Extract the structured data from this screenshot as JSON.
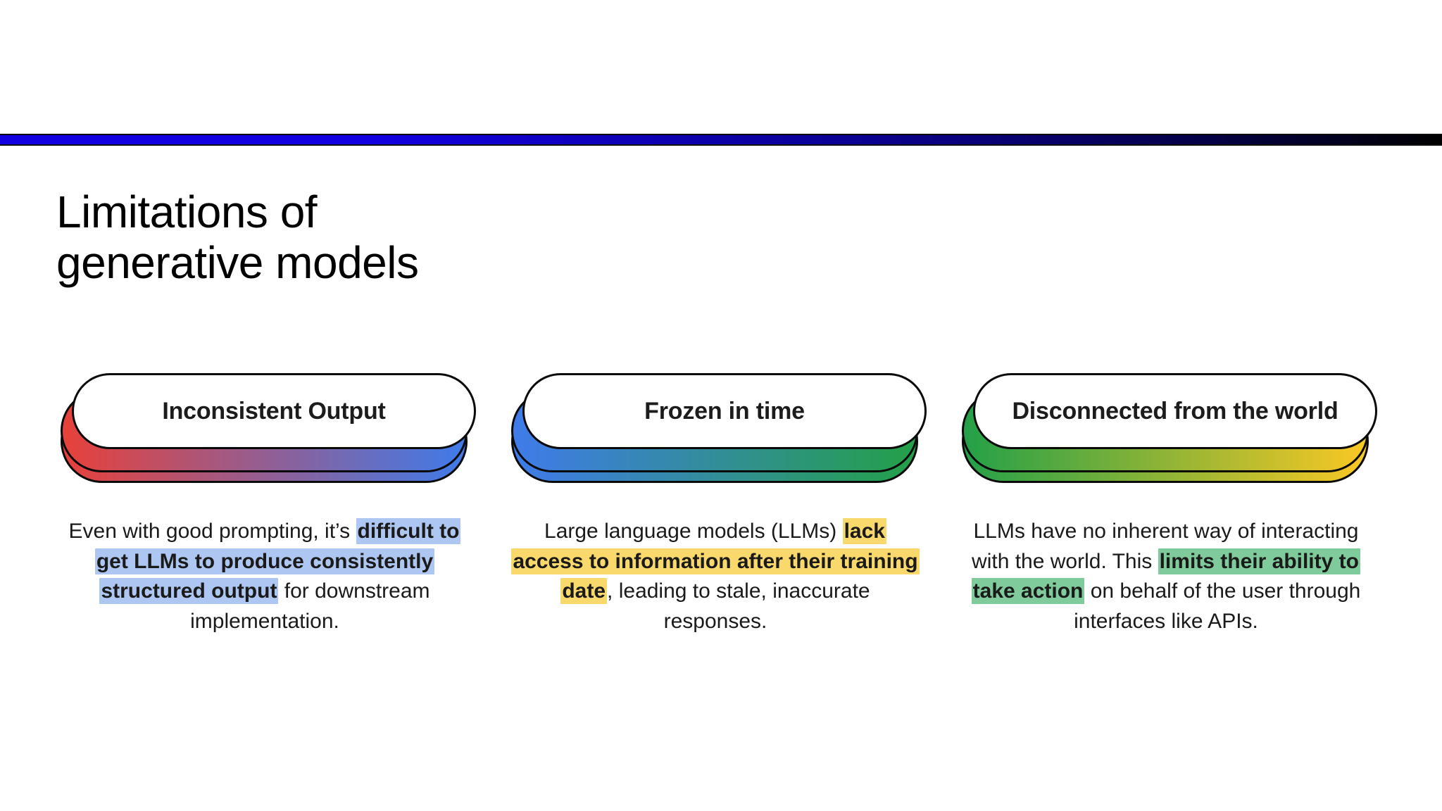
{
  "slide": {
    "title": "Limitations of\ngenerative models",
    "background_color": "#ffffff",
    "accent_bar": {
      "name": "top-accent-bar",
      "gradient_from": "#1200e0",
      "gradient_to": "#000000"
    }
  },
  "cards": [
    {
      "title": "Inconsistent Output",
      "gradient_from": "#e8413a",
      "gradient_to": "#3f7bea",
      "highlight_color": "#aec7f2",
      "body": [
        {
          "text": "Even with good prompting, it’s ",
          "highlight": false
        },
        {
          "text": "difficult to get LLMs to produce consistently structured output",
          "highlight": true
        },
        {
          "text": " for downstream implementation.",
          "highlight": false
        }
      ]
    },
    {
      "title": "Frozen in time",
      "gradient_from": "#3f7bea",
      "gradient_to": "#24a048",
      "highlight_color": "#fad96c",
      "body": [
        {
          "text": "Large language models (LLMs) ",
          "highlight": false
        },
        {
          "text": "lack access to information after their training date",
          "highlight": true
        },
        {
          "text": ", leading to stale, inaccurate responses.",
          "highlight": false
        }
      ]
    },
    {
      "title": "Disconnected from the world",
      "gradient_from": "#24a048",
      "gradient_to": "#fac824",
      "highlight_color": "#7fcb9b",
      "body": [
        {
          "text": "LLMs have no inherent way of interacting with the world. This ",
          "highlight": false
        },
        {
          "text": "limits their ability to take action",
          "highlight": true
        },
        {
          "text": " on behalf of the user through interfaces like APIs.",
          "highlight": false
        }
      ]
    }
  ]
}
